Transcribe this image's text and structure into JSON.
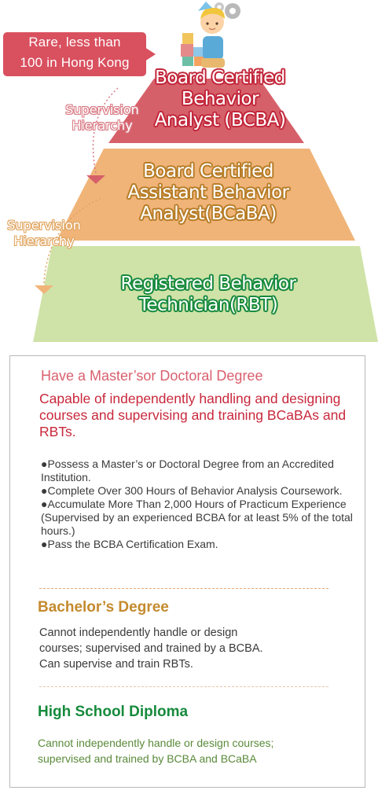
{
  "callout": {
    "line1": "Rare, less than",
    "line2": "100 in Hong Kong"
  },
  "pyramid": {
    "tiers": [
      {
        "line1": "Board Certified",
        "line2": "Behavior",
        "line3": "Analyst (BCBA)",
        "color": "#d6606a"
      },
      {
        "line1": "Board Certified",
        "line2": "Assistant Behavior",
        "line3": "Analyst(BCaBA)",
        "color": "#f0b479"
      },
      {
        "line1": "Registered Behavior",
        "line2": "Technician(RBT)",
        "color": "#cfe3a8"
      }
    ],
    "hierarchy_labels": [
      {
        "line1": "Supervision",
        "line2": "Hierarchy"
      },
      {
        "line1": "Supervision",
        "line2": "Hierarchy"
      }
    ]
  },
  "bcba": {
    "title": "Have a Master’sor Doctoral Degree",
    "summary": "Capable of independently handling and designing courses and supervising and training BCaBAs and RBTs.",
    "requirements": [
      "●Possess a Master’s or Doctoral Degree from an Accredited Institution.",
      "●Complete Over 300 Hours of Behavior Analysis Coursework.",
      "●Accumulate More Than 2,000 Hours of Practicum Experience",
      "(Supervised by an experienced BCBA for at least 5% of the total hours.)",
      "●Pass the BCBA Certification Exam."
    ]
  },
  "bcaba": {
    "title": "Bachelor’s Degree",
    "desc_line1": "Cannot independently handle or design",
    "desc_line2": "courses; supervised and trained by a BCBA.",
    "desc_line3": "Can supervise and train RBTs."
  },
  "rbt": {
    "title": "High School Diploma",
    "desc_line1": "Cannot independently handle or design courses;",
    "desc_line2": "supervised and trained by BCBA and BCaBA"
  },
  "colors": {
    "bcba": "#d6606a",
    "bcaba": "#f0b479",
    "rbt": "#cfe3a8",
    "callout": "#d9505f"
  },
  "icons": [
    "child-with-blocks-icon",
    "gear-icon",
    "arrow-down-icon"
  ]
}
